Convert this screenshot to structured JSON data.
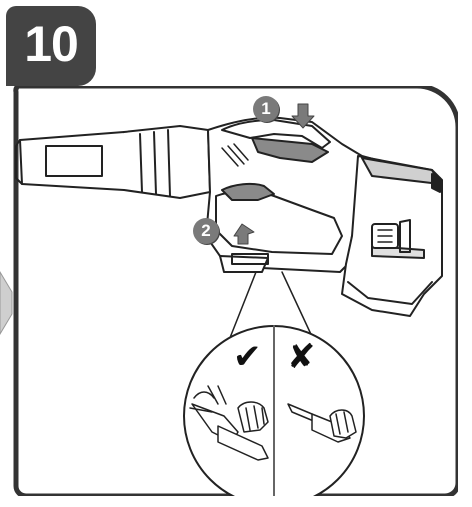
{
  "step": {
    "number": "10"
  },
  "callouts": [
    {
      "label": "1",
      "icon": "arrow-down-icon"
    },
    {
      "label": "2",
      "icon": "arrow-up-icon"
    }
  ],
  "grip_comparison": {
    "correct": {
      "icon": "check-mark-icon",
      "symbol": "✔"
    },
    "incorrect": {
      "icon": "cross-mark-icon",
      "symbol": "✘"
    }
  },
  "colors": {
    "badge": "#444444",
    "frame": "#333333",
    "callout": "#7a7a7a",
    "trigger": "#8a8a8a"
  }
}
